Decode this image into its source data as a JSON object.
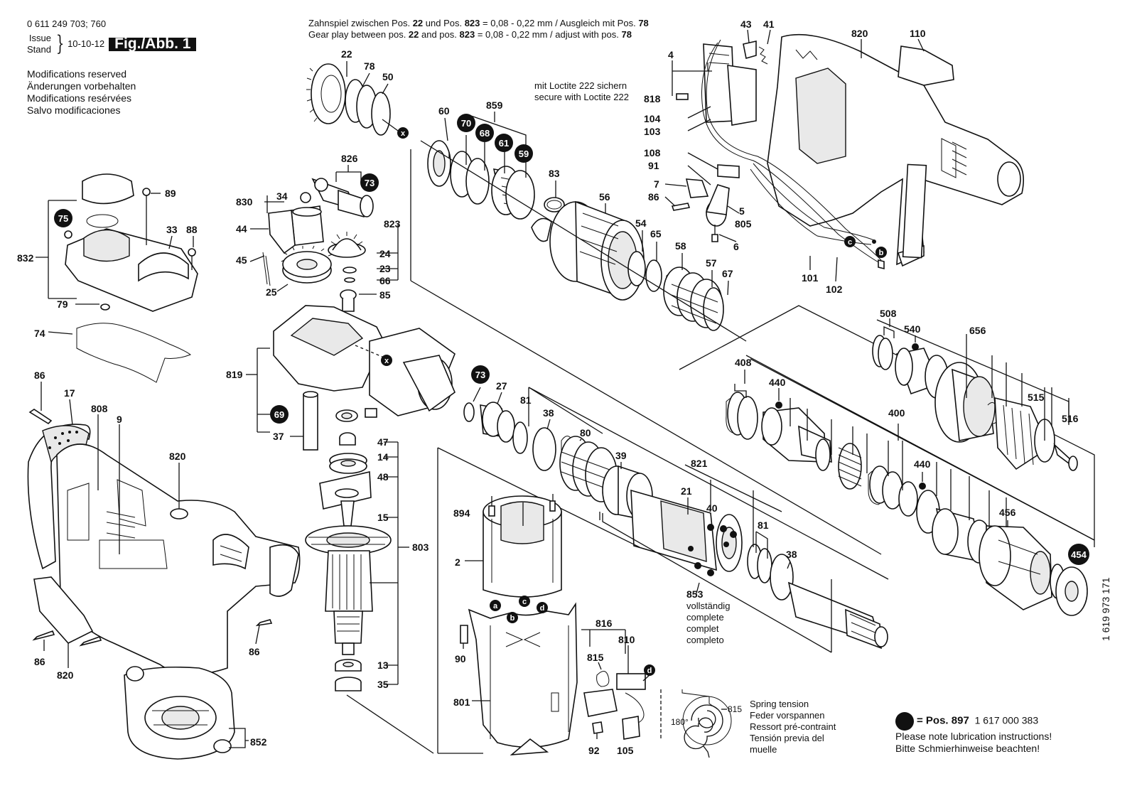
{
  "header": {
    "doc_number": "0 611 249 703; 760",
    "issue_label": "Issue",
    "stand_label": "Stand",
    "issue_date": "10-10-12",
    "figure_label": "Fig./Abb. 1",
    "modifications": [
      "Modifications reserved",
      "Änderungen vorbehalten",
      "Modifications resérvées",
      "Salvo modificaciones"
    ]
  },
  "gear_note": {
    "de_prefix": "Zahnspiel zwischen Pos. ",
    "de_pos1": "22",
    "de_mid": " und Pos. ",
    "de_pos2": "823",
    "de_suffix": "  = 0,08 - 0,22 mm / Ausgleich mit Pos. ",
    "de_pos3": "78",
    "en_prefix": "Gear play between pos. ",
    "en_pos1": "22",
    "en_mid": " and pos. ",
    "en_pos2": "823",
    "en_suffix": "     = 0,08 - 0,22 mm / adjust with pos. ",
    "en_pos3": "78"
  },
  "loctite_note": {
    "de": "mit Loctite 222 sichern",
    "en": "secure with Loctite 222"
  },
  "complete_note": [
    "vollständig",
    "complete",
    "complet",
    "completo"
  ],
  "spring_note": {
    "angle": "180°",
    "part": "815",
    "lines": [
      "Spring tension",
      "Feder vorspannen",
      "Ressort pré-contraint",
      "Tensión previa del",
      "muelle"
    ]
  },
  "lubrication": {
    "pos_text": "= Pos. 897",
    "pos_number": "1 617 000 383",
    "line1": "Please note lubrication instructions!",
    "line2": "Bitte Schmierhinweise beachten!"
  },
  "doc_code": "1 619 973 171",
  "part_labels": [
    {
      "id": "p89",
      "text": "89"
    },
    {
      "id": "p33",
      "text": "33"
    },
    {
      "id": "p88",
      "text": "88"
    },
    {
      "id": "p832",
      "text": "832"
    },
    {
      "id": "p79",
      "text": "79"
    },
    {
      "id": "p74",
      "text": "74"
    },
    {
      "id": "p22",
      "text": "22"
    },
    {
      "id": "p78",
      "text": "78"
    },
    {
      "id": "p50",
      "text": "50"
    },
    {
      "id": "p826",
      "text": "826"
    },
    {
      "id": "p830",
      "text": "830"
    },
    {
      "id": "p34",
      "text": "34"
    },
    {
      "id": "p44",
      "text": "44"
    },
    {
      "id": "p45",
      "text": "45"
    },
    {
      "id": "p823",
      "text": "823"
    },
    {
      "id": "p24",
      "text": "24"
    },
    {
      "id": "p23",
      "text": "23"
    },
    {
      "id": "p66",
      "text": "66"
    },
    {
      "id": "p85",
      "text": "85"
    },
    {
      "id": "p25",
      "text": "25"
    },
    {
      "id": "p819",
      "text": "819"
    },
    {
      "id": "p37",
      "text": "37"
    },
    {
      "id": "p47",
      "text": "47"
    },
    {
      "id": "p14",
      "text": "14"
    },
    {
      "id": "p48",
      "text": "48"
    },
    {
      "id": "p15",
      "text": "15"
    },
    {
      "id": "p803",
      "text": "803"
    },
    {
      "id": "p13",
      "text": "13"
    },
    {
      "id": "p35",
      "text": "35"
    },
    {
      "id": "p86a",
      "text": "86"
    },
    {
      "id": "p17",
      "text": "17"
    },
    {
      "id": "p808",
      "text": "808"
    },
    {
      "id": "p9",
      "text": "9"
    },
    {
      "id": "p820a",
      "text": "820"
    },
    {
      "id": "p86b",
      "text": "86"
    },
    {
      "id": "p820b",
      "text": "820"
    },
    {
      "id": "p86c",
      "text": "86"
    },
    {
      "id": "p852",
      "text": "852"
    },
    {
      "id": "p60",
      "text": "60"
    },
    {
      "id": "p859",
      "text": "859"
    },
    {
      "id": "p83",
      "text": "83"
    },
    {
      "id": "p56",
      "text": "56"
    },
    {
      "id": "p54",
      "text": "54"
    },
    {
      "id": "p65",
      "text": "65"
    },
    {
      "id": "p58",
      "text": "58"
    },
    {
      "id": "p57",
      "text": "57"
    },
    {
      "id": "p67",
      "text": "67"
    },
    {
      "id": "p27",
      "text": "27"
    },
    {
      "id": "p81a",
      "text": "81"
    },
    {
      "id": "p38a",
      "text": "38"
    },
    {
      "id": "p80",
      "text": "80"
    },
    {
      "id": "p39",
      "text": "39"
    },
    {
      "id": "p821",
      "text": "821"
    },
    {
      "id": "p21",
      "text": "21"
    },
    {
      "id": "p40",
      "text": "40"
    },
    {
      "id": "p81b",
      "text": "81"
    },
    {
      "id": "p38b",
      "text": "38"
    },
    {
      "id": "p853",
      "text": "853"
    },
    {
      "id": "p894",
      "text": "894"
    },
    {
      "id": "p2",
      "text": "2"
    },
    {
      "id": "p90",
      "text": "90"
    },
    {
      "id": "p801",
      "text": "801"
    },
    {
      "id": "p816",
      "text": "816"
    },
    {
      "id": "p815",
      "text": "815"
    },
    {
      "id": "p810",
      "text": "810"
    },
    {
      "id": "p92",
      "text": "92"
    },
    {
      "id": "p105",
      "text": "105"
    },
    {
      "id": "p43",
      "text": "43"
    },
    {
      "id": "p41",
      "text": "41"
    },
    {
      "id": "p820c",
      "text": "820"
    },
    {
      "id": "p110",
      "text": "110"
    },
    {
      "id": "p4",
      "text": "4"
    },
    {
      "id": "p818",
      "text": "818"
    },
    {
      "id": "p104",
      "text": "104"
    },
    {
      "id": "p103",
      "text": "103"
    },
    {
      "id": "p108",
      "text": "108"
    },
    {
      "id": "p91",
      "text": "91"
    },
    {
      "id": "p7",
      "text": "7"
    },
    {
      "id": "p86d",
      "text": "86"
    },
    {
      "id": "p5",
      "text": "5"
    },
    {
      "id": "p805",
      "text": "805"
    },
    {
      "id": "p6",
      "text": "6"
    },
    {
      "id": "p101",
      "text": "101"
    },
    {
      "id": "p102",
      "text": "102"
    },
    {
      "id": "p508",
      "text": "508"
    },
    {
      "id": "p540",
      "text": "540"
    },
    {
      "id": "p656",
      "text": "656"
    },
    {
      "id": "p408",
      "text": "408"
    },
    {
      "id": "p440a",
      "text": "440"
    },
    {
      "id": "p515",
      "text": "515"
    },
    {
      "id": "p516",
      "text": "516"
    },
    {
      "id": "p400",
      "text": "400"
    },
    {
      "id": "p440b",
      "text": "440"
    },
    {
      "id": "p456",
      "text": "456"
    }
  ],
  "bubbles": [
    {
      "id": "b75",
      "text": "75"
    },
    {
      "id": "b73a",
      "text": "73"
    },
    {
      "id": "b69",
      "text": "69"
    },
    {
      "id": "b70",
      "text": "70"
    },
    {
      "id": "b68",
      "text": "68"
    },
    {
      "id": "b61",
      "text": "61"
    },
    {
      "id": "b59",
      "text": "59"
    },
    {
      "id": "b73b",
      "text": "73"
    },
    {
      "id": "b454",
      "text": "454"
    },
    {
      "id": "bxa",
      "text": "x"
    },
    {
      "id": "bxb",
      "text": "x"
    },
    {
      "id": "ba",
      "text": "a"
    },
    {
      "id": "bb1",
      "text": "b"
    },
    {
      "id": "bc1",
      "text": "c"
    },
    {
      "id": "bd1",
      "text": "d"
    },
    {
      "id": "bd2",
      "text": "d"
    },
    {
      "id": "bc2",
      "text": "c"
    },
    {
      "id": "bb2",
      "text": "b"
    }
  ]
}
